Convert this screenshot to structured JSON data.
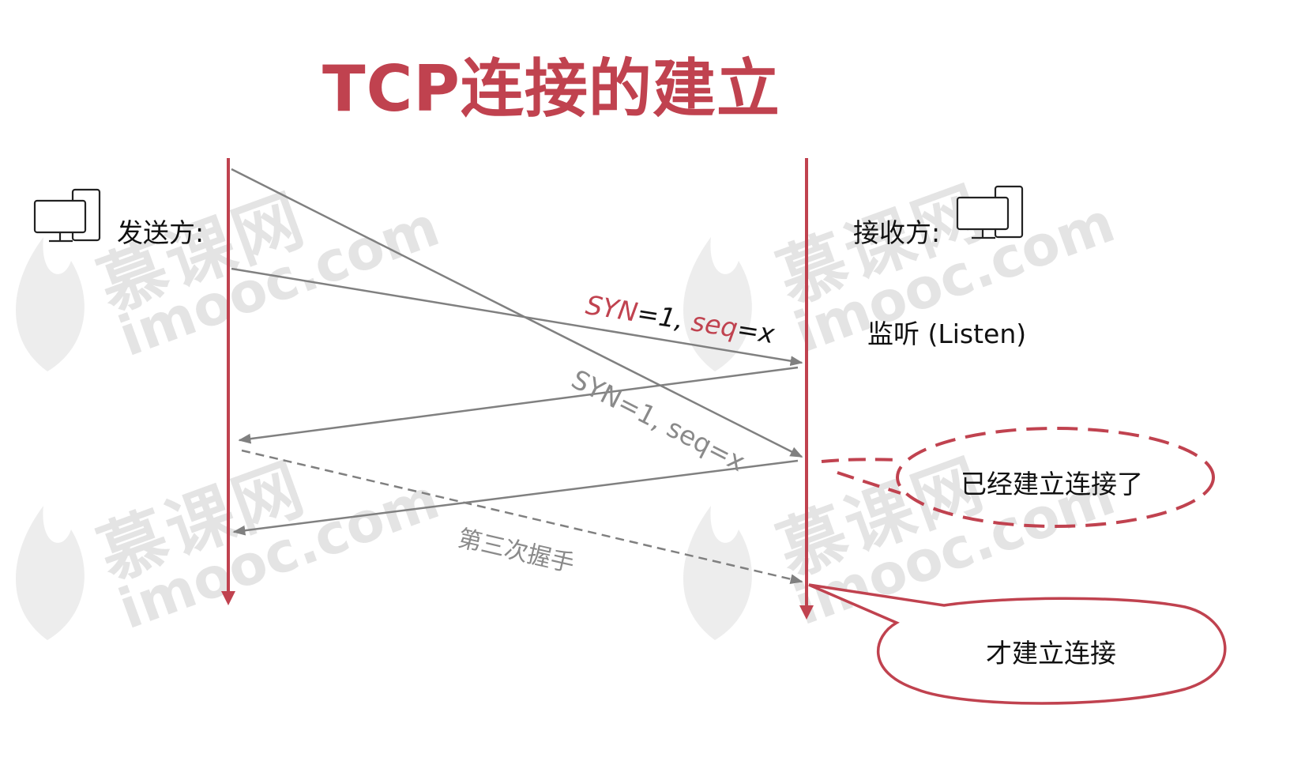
{
  "title": "TCP连接的建立",
  "sender": {
    "label": "发送方:"
  },
  "receiver": {
    "label": "接收方:",
    "state": "监听 (Listen)"
  },
  "messages": {
    "syn1": {
      "syn": "SYN",
      "eq1": "=1, ",
      "seq": "seq",
      "eq2": "=x"
    },
    "syn2": "SYN=1, seq=x",
    "third": "第三次握手"
  },
  "notes": {
    "established": "已经建立连接了",
    "only_then": "才建立连接"
  },
  "watermark": {
    "cn": "慕课网",
    "en": "imooc.com"
  },
  "colors": {
    "accent": "#c0424f",
    "arrow": "#808080"
  }
}
